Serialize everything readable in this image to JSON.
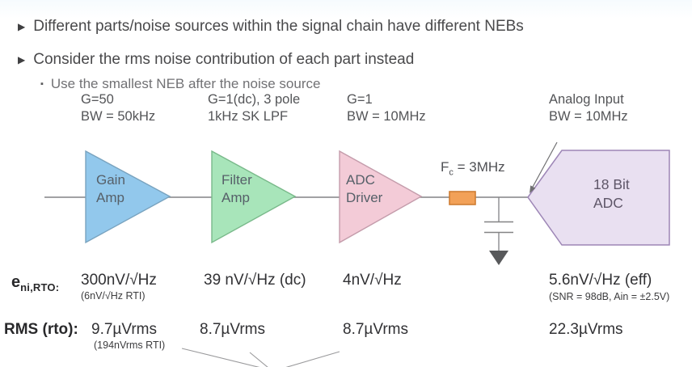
{
  "slide": {
    "bullets": [
      {
        "text": "Different parts/noise sources within the signal chain have different NEBs"
      },
      {
        "text": "Consider the rms noise contribution of each part instead"
      }
    ],
    "sub_bullet": "Use the smallest NEB after the noise source",
    "bullet_marker": "▶",
    "sub_bullet_marker": "▪"
  },
  "diagram": {
    "stages": [
      {
        "spec1": "G=50",
        "spec2": "BW = 50kHz",
        "name1": "Gain",
        "name2": "Amp",
        "fill": "#92c8ec",
        "stroke": "#79a3bf"
      },
      {
        "spec1": "G=1(dc), 3 pole",
        "spec2": "1kHz SK LPF",
        "name1": "Filter",
        "name2": "Amp",
        "fill": "#a8e5ba",
        "stroke": "#79b98a"
      },
      {
        "spec1": "G=1",
        "spec2": "BW = 10MHz",
        "name1": "ADC",
        "name2": "Driver",
        "fill": "#f3cbd7",
        "stroke": "#c49cab"
      },
      {
        "spec1": "Analog Input",
        "spec2": "BW = 10MHz",
        "name1": "18 Bit",
        "name2": "ADC",
        "fill": "#e9e0f1",
        "stroke": "#9d86b6"
      }
    ],
    "filter": {
      "label_base": "F",
      "label_sub": "c",
      "label_rest": " = 3MHz",
      "resistor_fill": "#f2a158",
      "resistor_stroke": "#cf7d33"
    },
    "wire_color": "#838385",
    "ground_fill": "#58595b",
    "callout_line_color": "#9a9a9c"
  },
  "rows": {
    "eni": {
      "label_base": "e",
      "label_sub": "ni,RTO:",
      "values": [
        {
          "main": "300nV/√Hz",
          "note": "(6nV/√Hz RTI)"
        },
        {
          "main": "39 nV/√Hz (dc)",
          "note": ""
        },
        {
          "main": "4nV/√Hz",
          "note": ""
        },
        {
          "main": "5.6nV/√Hz (eff)",
          "note": "(SNR = 98dB, Ain = ±2.5V)"
        }
      ]
    },
    "rms": {
      "label": "RMS (rto):",
      "values": [
        {
          "main": "9.7µVrms",
          "note": "(194nVrms RTI)"
        },
        {
          "main": "8.7µVrms",
          "note": ""
        },
        {
          "main": "8.7µVrms",
          "note": ""
        },
        {
          "main": "22.3µVrms",
          "note": ""
        }
      ]
    }
  }
}
